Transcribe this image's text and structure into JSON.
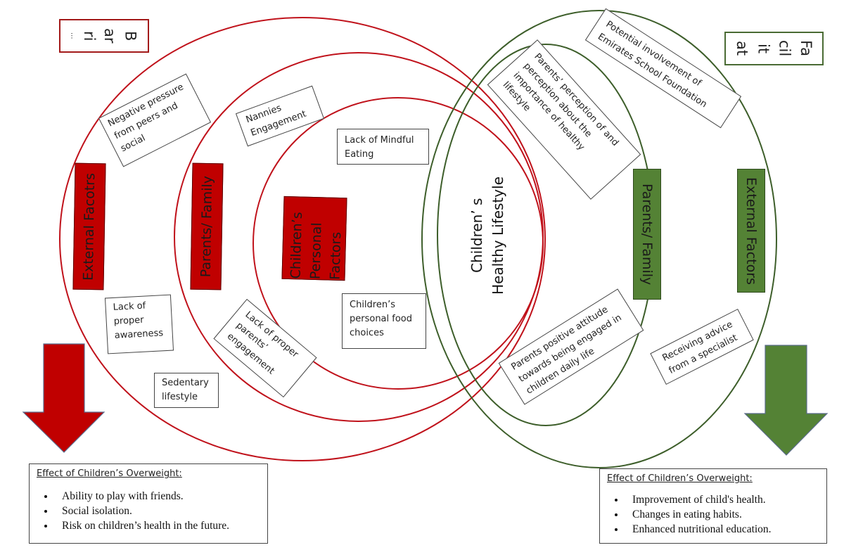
{
  "barriers_tag": {
    "label": "Barriers",
    "fragments": [
      "B",
      "ar",
      "ri",
      "..."
    ],
    "color": "#c00000"
  },
  "facilitators_tag": {
    "label": "Facilitators",
    "fragments": [
      "Fa",
      "cil",
      "it",
      "at"
    ],
    "color": "#548235"
  },
  "center": {
    "line1": "Children’ s",
    "line2": "Healthy Lifestyle"
  },
  "barriers": {
    "color": "#c00000",
    "levels": [
      {
        "label": "External Facotrs"
      },
      {
        "label": "Parents/ Family"
      },
      {
        "label": "Children’s Personal Factors"
      }
    ],
    "items": [
      {
        "text": "Negative pressure from peers and social"
      },
      {
        "text": "Nannies Engagement"
      },
      {
        "text": "Lack of Mindful Eating"
      },
      {
        "text": "Lack of proper awareness"
      },
      {
        "text": "Lack of proper parents’ engagement"
      },
      {
        "text": "Children’s personal food choices"
      },
      {
        "text": "Sedentary lifestyle"
      }
    ],
    "effect": {
      "title": "Effect of Children’s Overweight:",
      "bullets": [
        "Ability to play with friends.",
        "Social isolation.",
        "Risk on children’s health in the future."
      ]
    }
  },
  "facilitators": {
    "color": "#548235",
    "levels": [
      {
        "label": "Parents/ Family"
      },
      {
        "label": "External Factors"
      }
    ],
    "items": [
      {
        "text": "Potential involvement of Emirates School Foundation"
      },
      {
        "text": "Parents’ perception of and perception about the importance of healthy lifestyle"
      },
      {
        "text": "Parents positive attitude towards being engaged in children daily life"
      },
      {
        "text": "Receiving advice from a specialist"
      }
    ],
    "effect": {
      "title": "Effect of Children’s Overweight:",
      "bullets": [
        "Improvement of child's health.",
        "Changes in eating habits.",
        "Enhanced nutritional education."
      ]
    }
  },
  "icons": {
    "barrier_arrow": "down-arrow-icon",
    "facilitator_arrow": "down-arrow-icon"
  }
}
